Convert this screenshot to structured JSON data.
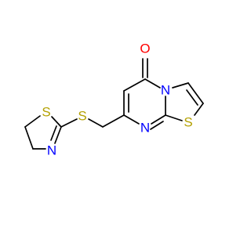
{
  "molecule": {
    "atoms": {
      "o": "O",
      "n_fused": "N",
      "n_ring": "N",
      "s_thiazole": "S",
      "s_linker": "S",
      "s_thiazoline": "S",
      "n_thiazoline": "N"
    }
  },
  "colors": {
    "bond": "#000000",
    "oxygen": "#ff0000",
    "nitrogen": "#0000ff",
    "sulfur": "#b3a000",
    "background": "#ffffff"
  }
}
